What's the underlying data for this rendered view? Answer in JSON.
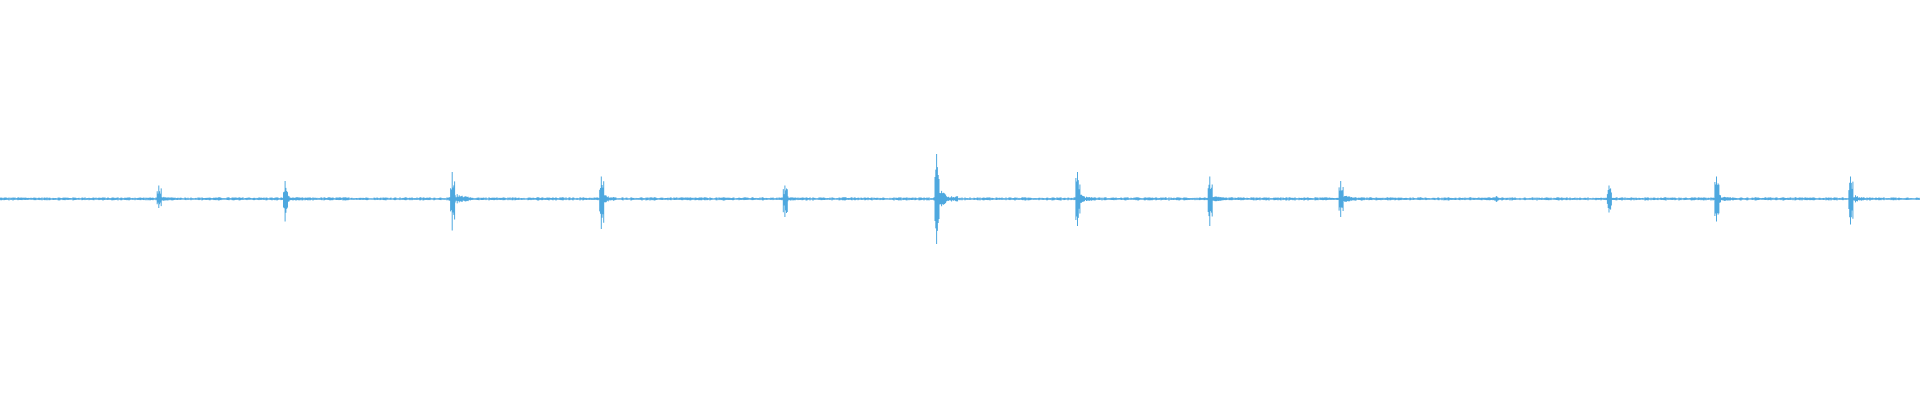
{
  "waveform": {
    "color": "#4ea8df",
    "background": "#ffffff",
    "baseline_amplitude": 0.012,
    "transients": [
      {
        "time": 0.0827,
        "peak": 0.09,
        "trough": -0.06,
        "tail": 0.1
      },
      {
        "time": 0.1485,
        "peak": 0.12,
        "trough": -0.15,
        "tail": 0.06
      },
      {
        "time": 0.2355,
        "peak": 0.18,
        "trough": -0.21,
        "tail": 0.09
      },
      {
        "time": 0.3132,
        "peak": 0.15,
        "trough": -0.2,
        "tail": 0.06
      },
      {
        "time": 0.4088,
        "peak": 0.09,
        "trough": -0.12,
        "tail": 0.05
      },
      {
        "time": 0.4878,
        "peak": 0.3,
        "trough": -0.3,
        "tail": 0.1
      },
      {
        "time": 0.5612,
        "peak": 0.18,
        "trough": -0.18,
        "tail": 0.08
      },
      {
        "time": 0.6301,
        "peak": 0.15,
        "trough": -0.18,
        "tail": 0.06
      },
      {
        "time": 0.6983,
        "peak": 0.12,
        "trough": -0.12,
        "tail": 0.12
      },
      {
        "time": 0.7793,
        "peak": 0.02,
        "trough": -0.02,
        "tail": 0.04
      },
      {
        "time": 0.838,
        "peak": 0.09,
        "trough": -0.09,
        "tail": 0.06
      },
      {
        "time": 0.894,
        "peak": 0.15,
        "trough": -0.15,
        "tail": 0.08
      },
      {
        "time": 0.9638,
        "peak": 0.15,
        "trough": -0.17,
        "tail": 0.07
      }
    ]
  }
}
